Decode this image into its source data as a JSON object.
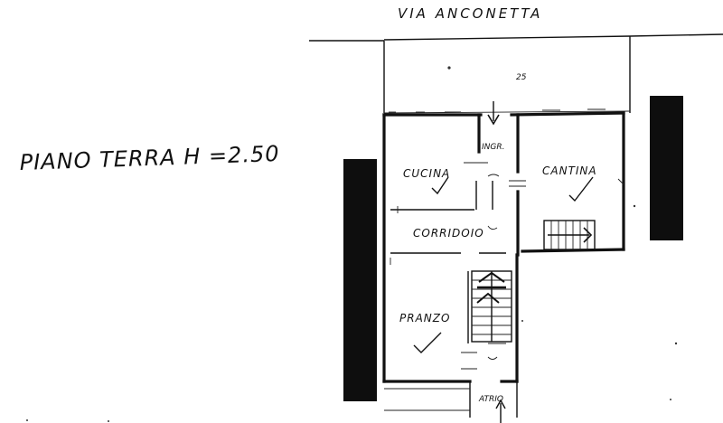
{
  "street_label": "VIA ANCONETTA",
  "floor_label": "PIANO TERRA H =2.50",
  "area_number": "25",
  "rooms": {
    "ingresso": "INGR.",
    "cucina": "CUCINA",
    "cantina": "CANTINA",
    "corridoio": "CORRIDOIO",
    "pranzo": "PRANZO",
    "atrio": "ATRIO"
  },
  "colors": {
    "ink": "#111111",
    "paper": "#ffffff",
    "blocks": "#0e0e0e"
  }
}
